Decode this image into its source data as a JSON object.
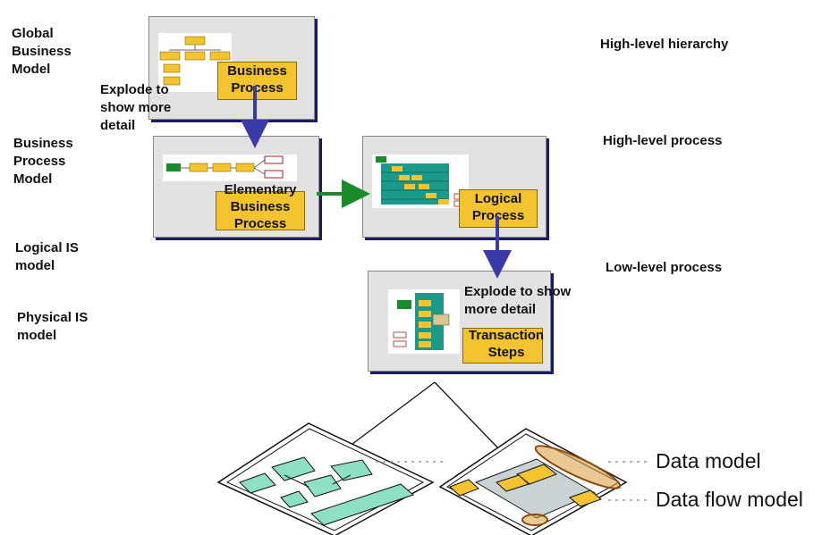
{
  "left_labels": {
    "global": "Global\nBusiness\nModel",
    "business_process": "Business\nProcess\nModel",
    "logical": "Logical IS\nmodel",
    "physical": "Physical IS\nmodel"
  },
  "right_labels": {
    "hierarchy": "High-level hierarchy",
    "high_process": "High-level process",
    "low_process": "Low-level process"
  },
  "boxes": {
    "business_process": "Business\nProcess",
    "elementary": "Elementary\nBusiness\nProcess",
    "logical_process": "Logical\nProcess",
    "transaction_steps": "Transaction\nSteps"
  },
  "annotations": {
    "explode1": "Explode to\nshow more\ndetail",
    "explode2": "Explode to show\nmore detail"
  },
  "bottom_labels": {
    "data_model": "Data model",
    "data_flow_model": "Data flow model"
  },
  "colors": {
    "arrow_blue": "#3a3aa8",
    "arrow_green": "#1a8a2a",
    "yellow": "#f4c430",
    "teal": "#1b9a8a",
    "mint": "#8de0c4"
  }
}
